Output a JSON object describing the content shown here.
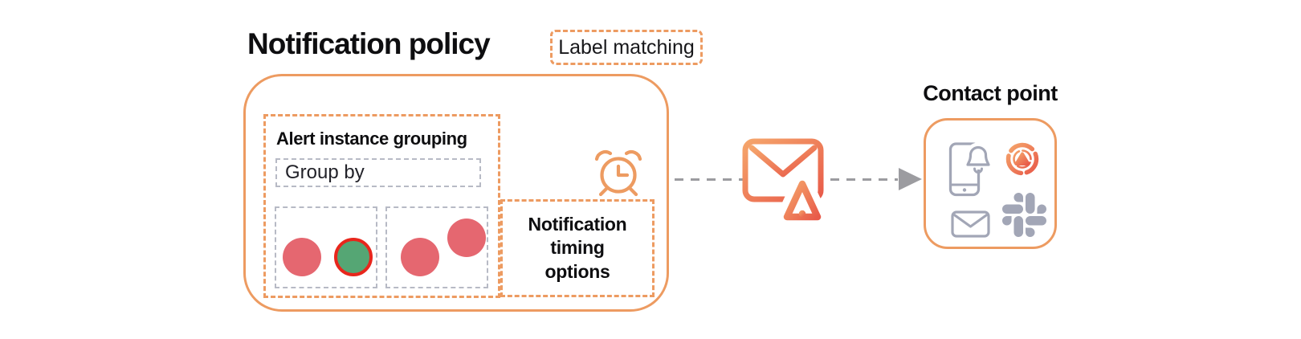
{
  "palette": {
    "orange": "#ED9B61",
    "orange_grad_start": "#F5A56B",
    "orange_grad_end": "#E85A49",
    "gray_border": "#B7BAC5",
    "gray_icon": "#A2A6B6",
    "arrow_gray": "#9C9CA0",
    "red": "#E56770",
    "green": "#55A674",
    "ring_red": "#E8261C",
    "text": "#0E0E10"
  },
  "notification_policy": {
    "title": "Notification policy",
    "label_matching_tag": "Label matching",
    "alert_grouping": {
      "heading": "Alert instance grouping",
      "group_by_field": "Group by",
      "groups": [
        {
          "instances": [
            {
              "color": "red"
            },
            {
              "color": "green",
              "ring": true
            }
          ]
        },
        {
          "instances": [
            {
              "color": "red"
            },
            {
              "color": "red",
              "raised": true
            }
          ]
        }
      ]
    },
    "timing_label": "Notification timing options",
    "clock_icon": "alarm-clock-icon"
  },
  "flow": {
    "message_icon": "email-alert-icon",
    "arrow_icon": "dashed-arrow-right"
  },
  "contact_point": {
    "title": "Contact point",
    "channel_icons": [
      "mobile-push-icon",
      "grafana-oncall-icon",
      "email-icon",
      "slack-icon"
    ]
  }
}
